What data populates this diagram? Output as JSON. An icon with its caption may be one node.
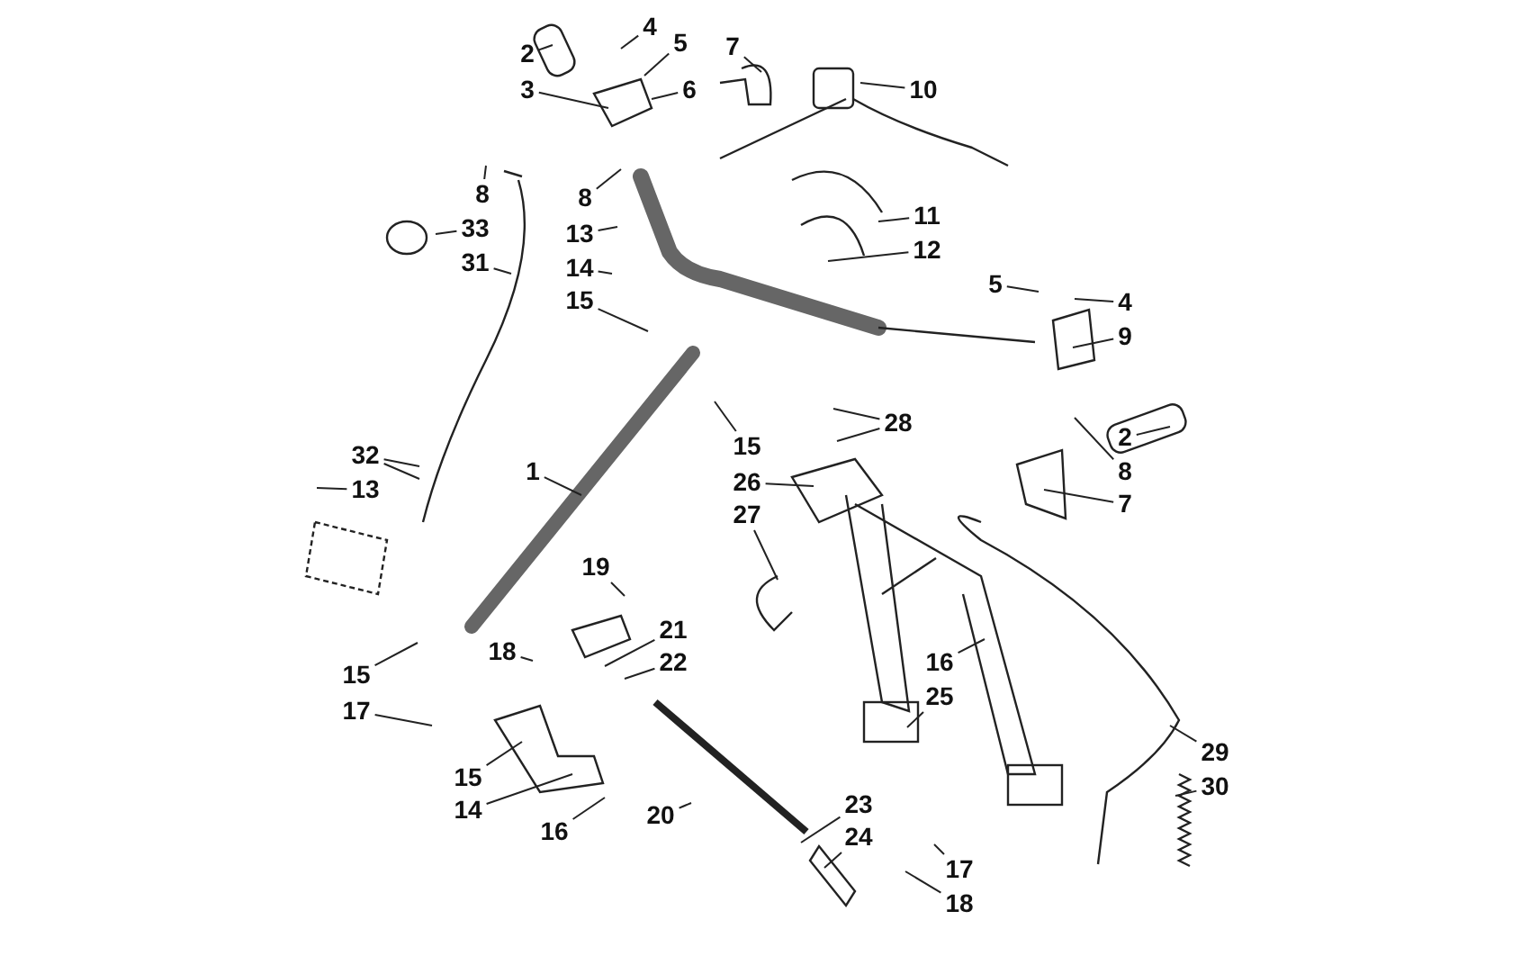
{
  "diagram": {
    "nodes": [
      {
        "text": [
          "4"
        ]
      },
      {
        "text": [
          "5"
        ]
      },
      {
        "text": [
          "7"
        ]
      },
      {
        "text": [
          "2"
        ]
      },
      {
        "text": [
          "3"
        ]
      },
      {
        "text": [
          "6"
        ]
      },
      {
        "text": [
          "10"
        ]
      },
      {
        "text": [
          "8"
        ]
      },
      {
        "text": [
          "8"
        ]
      },
      {
        "text": [
          "11"
        ]
      },
      {
        "text": [
          "33"
        ]
      },
      {
        "text": [
          "13"
        ]
      },
      {
        "text": [
          "12"
        ]
      },
      {
        "text": [
          "31"
        ]
      },
      {
        "text": [
          "14"
        ]
      },
      {
        "text": [
          "5"
        ]
      },
      {
        "text": [
          "15"
        ]
      },
      {
        "text": [
          "4"
        ]
      },
      {
        "text": [
          "9"
        ]
      },
      {
        "text": [
          "28"
        ]
      },
      {
        "text": [
          "2"
        ]
      },
      {
        "text": [
          "15"
        ]
      },
      {
        "text": [
          "32"
        ]
      },
      {
        "text": [
          "1"
        ]
      },
      {
        "text": [
          "8"
        ]
      },
      {
        "text": [
          "26"
        ]
      },
      {
        "text": [
          "13"
        ]
      },
      {
        "text": [
          "7"
        ]
      },
      {
        "text": [
          "27"
        ]
      },
      {
        "text": [
          "19"
        ]
      },
      {
        "text": [
          "21"
        ]
      },
      {
        "text": [
          "18"
        ]
      },
      {
        "text": [
          "16"
        ]
      },
      {
        "text": [
          "22"
        ]
      },
      {
        "text": [
          "15"
        ]
      },
      {
        "text": [
          "25"
        ]
      },
      {
        "text": [
          "17"
        ]
      },
      {
        "text": [
          "29"
        ]
      },
      {
        "text": [
          "15"
        ]
      },
      {
        "text": [
          "30"
        ]
      },
      {
        "text": [
          "23"
        ]
      },
      {
        "text": [
          "14"
        ]
      },
      {
        "text": [
          "20"
        ]
      },
      {
        "text": [
          "16"
        ]
      },
      {
        "text": [
          "24"
        ]
      },
      {
        "text": [
          "17"
        ]
      },
      {
        "text": [
          "18"
        ]
      }
    ],
    "edges": [
      {
        "from": 0,
        "to": null,
        "arrow": "none"
      },
      {
        "from": 1,
        "to": null,
        "arrow": "none"
      },
      {
        "from": 2,
        "to": null,
        "arrow": "none"
      },
      {
        "from": 3,
        "to": null,
        "arrow": "none"
      },
      {
        "from": 4,
        "to": null,
        "arrow": "none"
      },
      {
        "from": 5,
        "to": null,
        "arrow": "none"
      },
      {
        "from": 6,
        "to": null,
        "arrow": "none"
      },
      {
        "from": 7,
        "to": null,
        "arrow": "none"
      },
      {
        "from": 8,
        "to": null,
        "arrow": "none"
      },
      {
        "from": 9,
        "to": null,
        "arrow": "none"
      },
      {
        "from": 10,
        "to": null,
        "arrow": "none"
      },
      {
        "from": 11,
        "to": null,
        "arrow": "none"
      },
      {
        "from": 12,
        "to": null,
        "arrow": "none"
      },
      {
        "from": 13,
        "to": null,
        "arrow": "none"
      },
      {
        "from": 14,
        "to": null,
        "arrow": "none"
      },
      {
        "from": 15,
        "to": null,
        "arrow": "none"
      },
      {
        "from": 16,
        "to": null,
        "arrow": "none"
      },
      {
        "from": 17,
        "to": null,
        "arrow": "none"
      },
      {
        "from": 18,
        "to": null,
        "arrow": "none"
      },
      {
        "from": 19,
        "to": null,
        "arrow": "none"
      },
      {
        "from": 19,
        "to": null,
        "arrow": "none"
      },
      {
        "from": 20,
        "to": null,
        "arrow": "none"
      },
      {
        "from": 21,
        "to": null,
        "arrow": "none"
      },
      {
        "from": 22,
        "to": null,
        "arrow": "none"
      },
      {
        "from": 22,
        "to": null,
        "arrow": "none"
      },
      {
        "from": 23,
        "to": null,
        "arrow": "none"
      },
      {
        "from": 24,
        "to": null,
        "arrow": "none"
      },
      {
        "from": 25,
        "to": null,
        "arrow": "none"
      },
      {
        "from": 26,
        "to": null,
        "arrow": "none"
      },
      {
        "from": 27,
        "to": null,
        "arrow": "none"
      },
      {
        "from": 28,
        "to": null,
        "arrow": "none"
      },
      {
        "from": 29,
        "to": null,
        "arrow": "none"
      },
      {
        "from": 30,
        "to": null,
        "arrow": "none"
      },
      {
        "from": 31,
        "to": null,
        "arrow": "none"
      },
      {
        "from": 32,
        "to": null,
        "arrow": "none"
      },
      {
        "from": 33,
        "to": null,
        "arrow": "none"
      },
      {
        "from": 34,
        "to": null,
        "arrow": "none"
      },
      {
        "from": 35,
        "to": null,
        "arrow": "none"
      },
      {
        "from": 36,
        "to": null,
        "arrow": "none"
      },
      {
        "from": 37,
        "to": null,
        "arrow": "none"
      },
      {
        "from": 38,
        "to": null,
        "arrow": "none"
      },
      {
        "from": 39,
        "to": null,
        "arrow": "none"
      },
      {
        "from": 40,
        "to": null,
        "arrow": "none"
      },
      {
        "from": 41,
        "to": null,
        "arrow": "none"
      },
      {
        "from": 42,
        "to": null,
        "arrow": "none"
      },
      {
        "from": 43,
        "to": null,
        "arrow": "none"
      },
      {
        "from": 44,
        "to": null,
        "arrow": "none"
      },
      {
        "from": 45,
        "to": null,
        "arrow": "none"
      },
      {
        "from": 46,
        "to": null,
        "arrow": "none"
      }
    ]
  }
}
